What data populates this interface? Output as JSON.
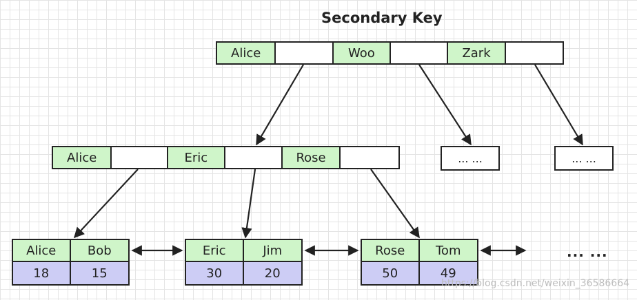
{
  "title": "Secondary Key",
  "root": {
    "keys": [
      "Alice",
      "Woo",
      "Zark"
    ]
  },
  "level2": {
    "node": {
      "keys": [
        "Alice",
        "Eric",
        "Rose"
      ]
    },
    "placeholders": [
      "... ...",
      "... ..."
    ]
  },
  "leaves": [
    {
      "keys": [
        "Alice",
        "Bob"
      ],
      "values": [
        "18",
        "15"
      ]
    },
    {
      "keys": [
        "Eric",
        "Jim"
      ],
      "values": [
        "30",
        "20"
      ]
    },
    {
      "keys": [
        "Rose",
        "Tom"
      ],
      "values": [
        "50",
        "49"
      ]
    }
  ],
  "leaf_more": "... ...",
  "watermark": "https://blog.csdn.net/weixin_36586664",
  "colors": {
    "key_fill": "#cff5c9",
    "value_fill": "#cdcdf5",
    "stroke": "#222222"
  }
}
